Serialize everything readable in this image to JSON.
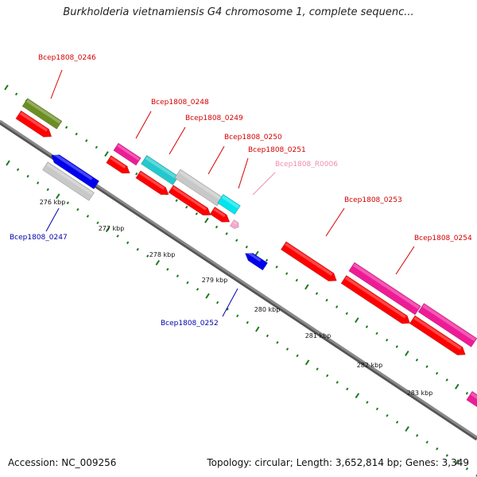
{
  "title": "Burkholderia vietnamiensis G4 chromosome 1, complete sequenc...",
  "footer": {
    "accession": "Accession: NC_009256",
    "summary": "Topology: circular; Length: 3,652,814 bp; Genes: 3,349"
  },
  "colors": {
    "backbone": "#8a8a8a",
    "tick": "#1e7a1e",
    "forward_label": "#d40000",
    "reverse_label": "#0000aa",
    "rna_label": "#f08cb4",
    "cds": "#ff0000",
    "reverse_cds": "#0000ee",
    "pink_feature": "#ee1b96",
    "cyan_feature": "#22c9cc",
    "cyan_bright": "#00e5ee",
    "gray_feature": "#c8c8c8",
    "olive_feature": "#6b8e23",
    "rna": "#f7a8cc"
  },
  "ticks": [
    {
      "label": "276 kbp"
    },
    {
      "label": "277 kbp"
    },
    {
      "label": "278 kbp"
    },
    {
      "label": "279 kbp"
    },
    {
      "label": "280 kbp"
    },
    {
      "label": "281 kbp"
    },
    {
      "label": "282 kbp"
    },
    {
      "label": "283 kbp"
    }
  ],
  "genes": [
    {
      "label": "Bcep1808_0246",
      "strand": "forward"
    },
    {
      "label": "Bcep1808_0247",
      "strand": "reverse"
    },
    {
      "label": "Bcep1808_0248",
      "strand": "forward"
    },
    {
      "label": "Bcep1808_0249",
      "strand": "forward"
    },
    {
      "label": "Bcep1808_0250",
      "strand": "forward"
    },
    {
      "label": "Bcep1808_0251",
      "strand": "forward"
    },
    {
      "label": "Bcep1808_R0006",
      "strand": "rna"
    },
    {
      "label": "Bcep1808_0252",
      "strand": "reverse"
    },
    {
      "label": "Bcep1808_0253",
      "strand": "forward"
    },
    {
      "label": "Bcep1808_0254",
      "strand": "forward"
    }
  ]
}
